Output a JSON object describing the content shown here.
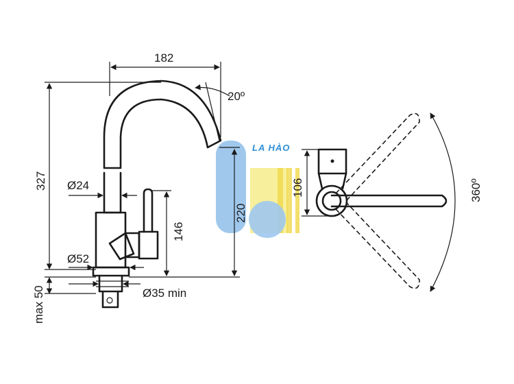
{
  "dimensions": {
    "width_top": "182",
    "spout_angle": "20º",
    "height_total": "327",
    "pipe_diameter": "Ø24",
    "spout_height": "220",
    "lever_height": "146",
    "base_diameter": "Ø52",
    "max_counter": "max 50",
    "hole_min": "Ø35 min",
    "side_height": "106",
    "rotation": "360º"
  },
  "watermark": {
    "text": "LA HÀO",
    "colors": {
      "blue": "#5fa8e0",
      "yellow": "#f5e978",
      "light_blue": "#a8cdf0"
    }
  }
}
